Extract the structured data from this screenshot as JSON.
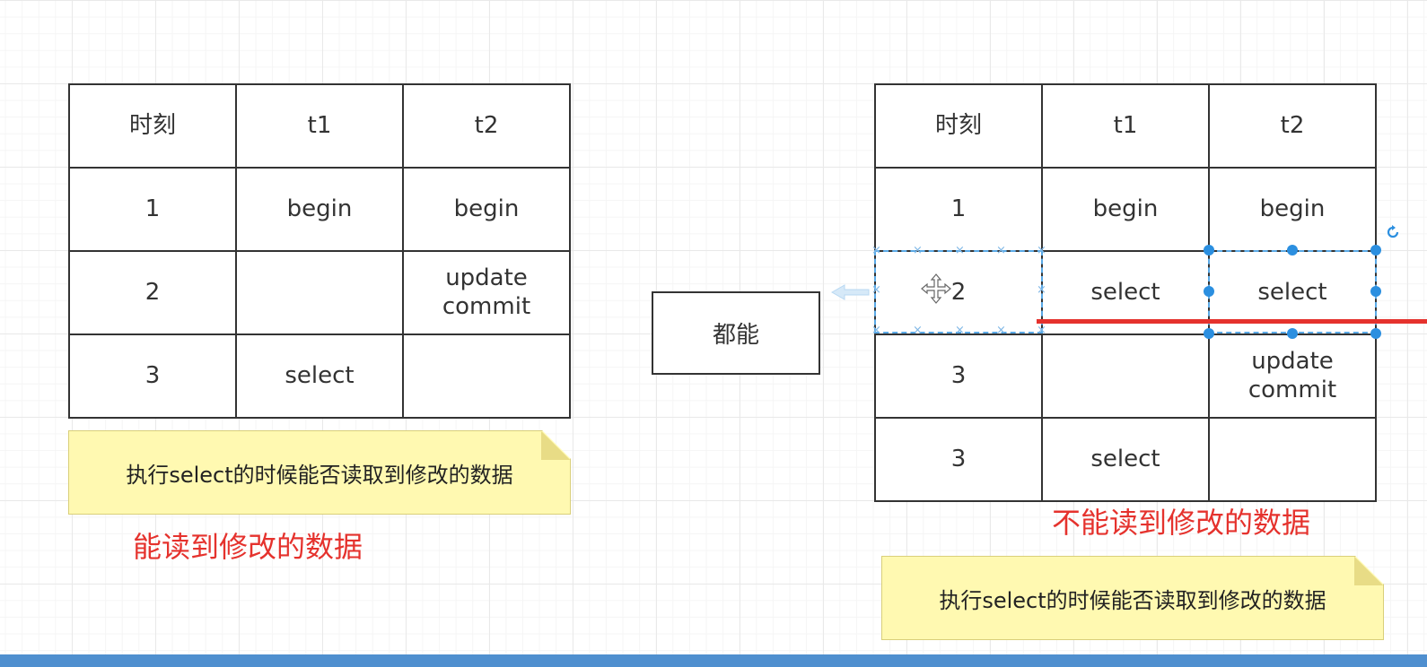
{
  "left_table": {
    "rows": [
      [
        "时刻",
        "t1",
        "t2"
      ],
      [
        "1",
        "begin",
        "begin"
      ],
      [
        "2",
        "",
        "update\ncommit"
      ],
      [
        "3",
        "select",
        ""
      ]
    ]
  },
  "left_note": "执行select的时候能否读取到修改的数据",
  "left_label": "能读到修改的数据",
  "center_box": "都能",
  "right_table": {
    "rows": [
      [
        "时刻",
        "t1",
        "t2"
      ],
      [
        "1",
        "begin",
        "begin"
      ],
      [
        "2",
        "select",
        "select"
      ],
      [
        "3",
        "",
        "update\ncommit"
      ],
      [
        "3",
        "select",
        ""
      ]
    ]
  },
  "right_label": "不能读到修改的数据",
  "right_note": "执行select的时候能否读取到修改的数据",
  "colors": {
    "red": "#e5322d",
    "note_yellow": "#fff9b1",
    "selection_blue": "#2b8fe0",
    "border": "#333333"
  },
  "icons": [
    "move-icon",
    "rotate-icon",
    "arrow-hint-icon"
  ]
}
